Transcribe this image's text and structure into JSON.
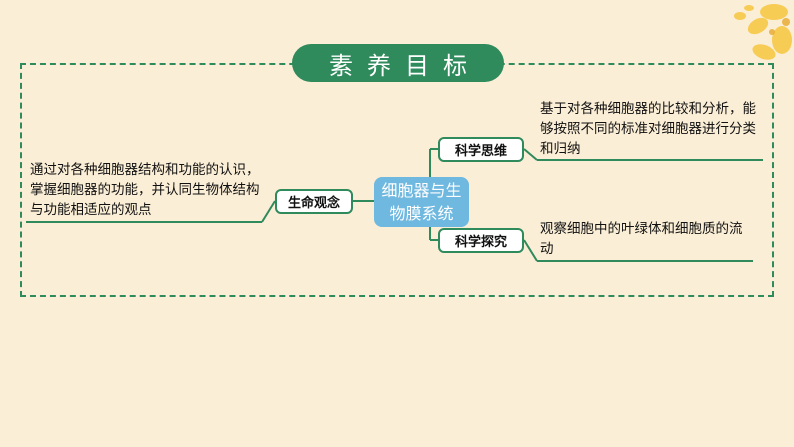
{
  "title": "素养目标",
  "center": "细胞器与生物膜系统",
  "left_node": {
    "label": "生命观念",
    "text": "通过对各种细胞器结构和功能的认识，掌握细胞器的功能，并认同生物体结构与功能相适应的观点"
  },
  "right_top": {
    "label": "科学思维",
    "text": "基于对各种细胞器的比较和分析，能够按照不同的标准对细胞器进行分类和归纳"
  },
  "right_bottom": {
    "label": "科学探究",
    "text": "观察细胞中的叶绿体和细胞质的流动"
  },
  "colors": {
    "background": "#fbeed6",
    "accent_green": "#2f8a5c",
    "center_blue": "#6fb8e0",
    "flower_yellow": "#f7c948"
  }
}
